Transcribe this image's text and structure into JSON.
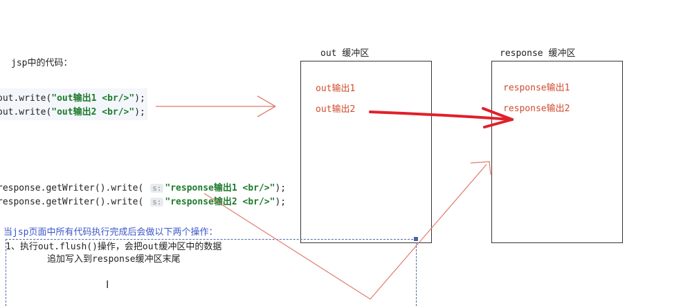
{
  "jsp_label": "jsp中的代码：",
  "out_code": [
    {
      "pre": "out.write(",
      "str": "\"out输出1 <br/>\"",
      "post": ");"
    },
    {
      "pre": "out.write(",
      "str": "\"out输出2 <br/>\"",
      "post": ");"
    }
  ],
  "response_code": [
    {
      "pre": "response.getWriter().write( ",
      "hint": "s:",
      "str": "\"response输出1 <br/>\"",
      "post": ");"
    },
    {
      "pre": "response.getWriter().write( ",
      "hint": "s:",
      "str": "\"response输出2 <br/>\"",
      "post": ");"
    }
  ],
  "out_buffer": {
    "title": "out 缓冲区",
    "items": [
      "out输出1",
      "out输出2"
    ]
  },
  "response_buffer": {
    "title": "response 缓冲区",
    "items": [
      "response输出1",
      "response输出2"
    ]
  },
  "note": {
    "title": "当jsp页面中所有代码执行完成后会做以下两个操作：",
    "line1": "1、执行out.flush()操作，会把out缓冲区中的数据",
    "line2": "追加写入到response缓冲区末尾"
  },
  "colors": {
    "arrow_thin": "#e07a6a",
    "arrow_bold": "#e0202a",
    "code_string": "#1d7a2b",
    "note_title": "#3a56c8"
  }
}
